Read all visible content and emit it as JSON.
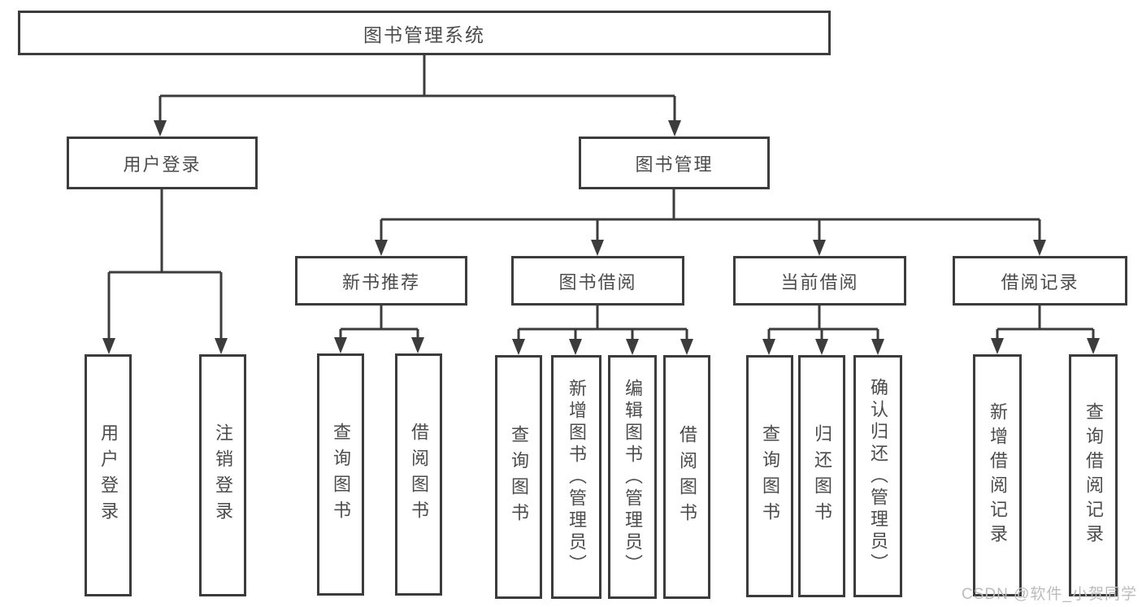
{
  "diagram": {
    "title": "图书管理系统",
    "branches": [
      {
        "label": "用户登录",
        "children": [
          {
            "label": "用户登录"
          },
          {
            "label": "注销登录"
          }
        ]
      },
      {
        "label": "图书管理",
        "groups": [
          {
            "label": "新书推荐",
            "children": [
              {
                "label": "查询图书"
              },
              {
                "label": "借阅图书"
              }
            ]
          },
          {
            "label": "图书借阅",
            "children": [
              {
                "label": "查询图书"
              },
              {
                "label": "新增图书（管理员）"
              },
              {
                "label": "编辑图书（管理员）"
              },
              {
                "label": "借阅图书"
              }
            ]
          },
          {
            "label": "当前借阅",
            "children": [
              {
                "label": "查询图书"
              },
              {
                "label": "归还图书"
              },
              {
                "label": "确认归还（管理员）"
              }
            ]
          },
          {
            "label": "借阅记录",
            "children": [
              {
                "label": "新增借阅记录"
              },
              {
                "label": "查询借阅记录"
              }
            ]
          }
        ]
      }
    ]
  },
  "watermark": "CSDN @软件_小贺同学",
  "colors": {
    "line": "#3c3c3c",
    "text": "#4c4c4c",
    "watermark": "#bcbcbc",
    "background": "#ffffff"
  }
}
